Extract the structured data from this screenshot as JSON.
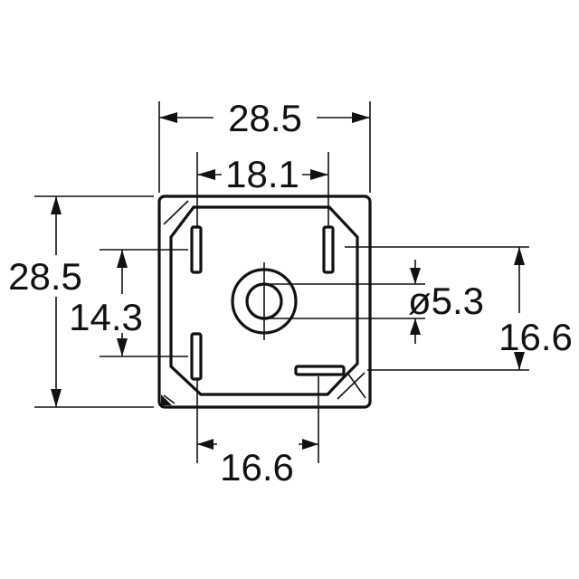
{
  "dimensions": {
    "overall_width": "28.5",
    "inner_pin_spacing": "18.1",
    "overall_height": "28.5",
    "left_pin_spacing": "14.3",
    "hole_diameter": "ø5.3",
    "right_vertical_spacing": "16.6",
    "bottom_pin_spacing": "16.6"
  },
  "colors": {
    "ink": "#111111",
    "background": "#ffffff"
  }
}
